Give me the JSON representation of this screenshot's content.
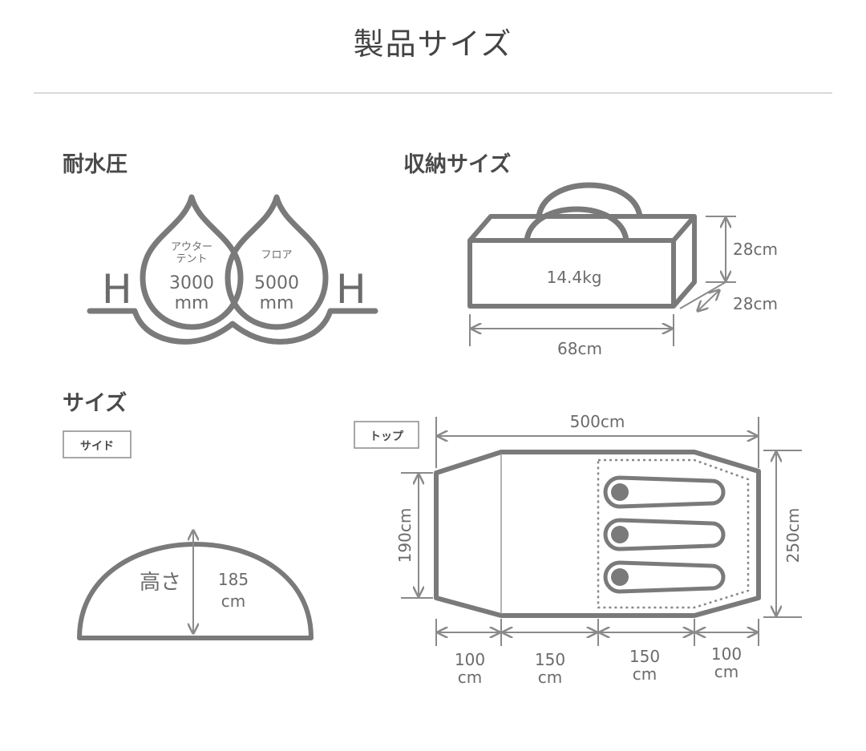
{
  "title": "製品サイズ",
  "water": {
    "heading": "耐水圧",
    "h_left": "H",
    "h_right": "H",
    "outer_label_1": "アウター",
    "outer_label_2": "テント",
    "outer_value": "3000",
    "outer_unit": "mm",
    "floor_label": "フロア",
    "floor_value": "5000",
    "floor_unit": "mm"
  },
  "storage": {
    "heading": "収納サイズ",
    "weight": "14.4kg",
    "height": "28cm",
    "depth": "28cm",
    "width": "68cm"
  },
  "size": {
    "heading": "サイズ",
    "side_tag": "サイド",
    "top_tag": "トップ",
    "height_label": "高さ",
    "height_value": "185",
    "height_unit": "cm",
    "total_length": "500cm",
    "front_width": "190cm",
    "rear_width": "250cm",
    "segments": [
      {
        "value": "100",
        "unit": "cm"
      },
      {
        "value": "150",
        "unit": "cm"
      },
      {
        "value": "150",
        "unit": "cm"
      },
      {
        "value": "100",
        "unit": "cm"
      }
    ]
  },
  "colors": {
    "line": "#7a7a7a",
    "text": "#6b6b6b",
    "divider": "#d9d9d9"
  }
}
